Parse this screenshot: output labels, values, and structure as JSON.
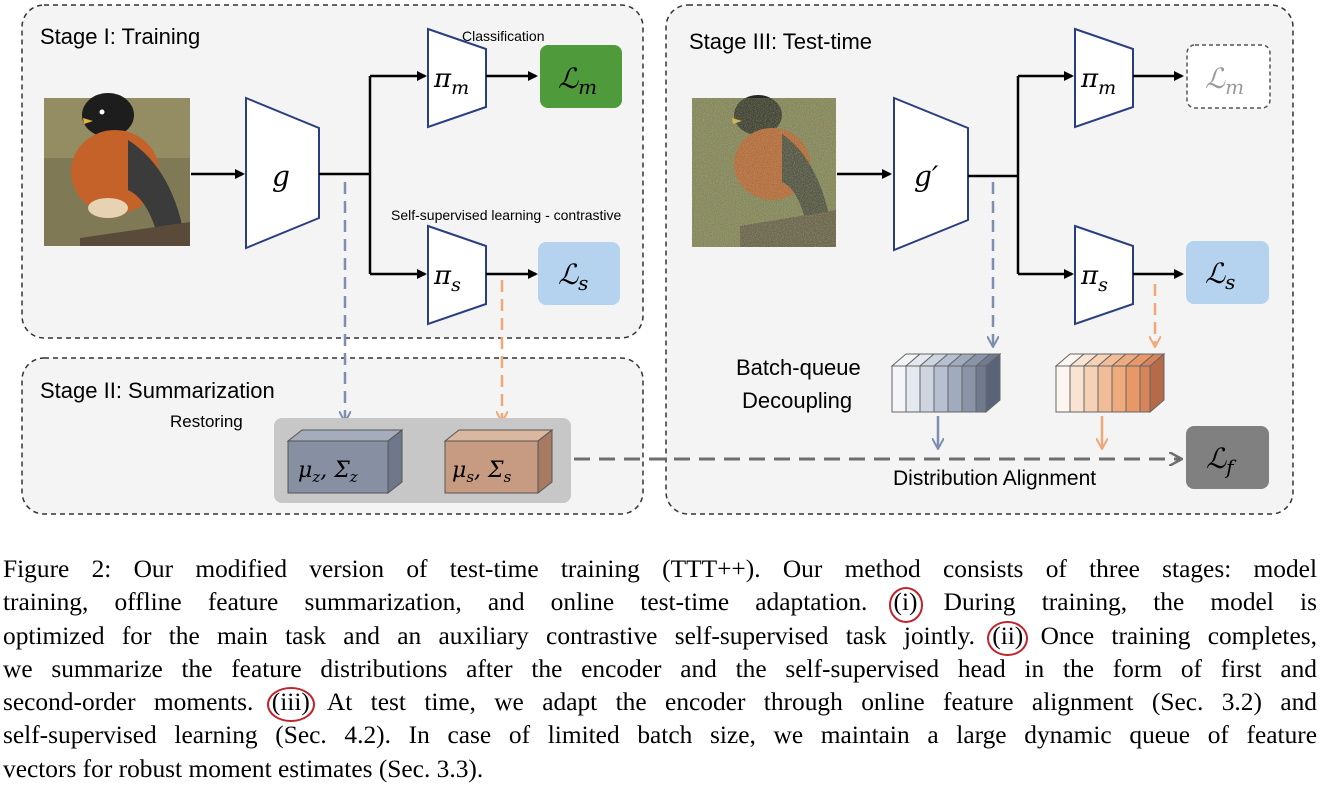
{
  "figure": {
    "stage1": {
      "title": "Stage I: Training",
      "classification_label": "Classification",
      "ssl_label": "Self-supervised learning - contrastive",
      "encoder": "g",
      "head_main": "π",
      "head_main_sub": "m",
      "head_ssl": "π",
      "head_ssl_sub": "s",
      "loss_main": "ℒ",
      "loss_main_sub": "m",
      "loss_ssl": "ℒ",
      "loss_ssl_sub": "s"
    },
    "stage2": {
      "title": "Stage II: Summarization",
      "restoring_label": "Restoring",
      "stat_z": "μ",
      "stat_z_sub": "z",
      "stat_z_sigma": ", Σ",
      "stat_z_sigma_sub": "z",
      "stat_s": "μ",
      "stat_s_sub": "s",
      "stat_s_sigma": ", Σ",
      "stat_s_sigma_sub": "s"
    },
    "stage3": {
      "title": "Stage III: Test-time",
      "encoder": "g′",
      "head_main": "π",
      "head_main_sub": "m",
      "head_ssl": "π",
      "head_ssl_sub": "s",
      "loss_main": "ℒ",
      "loss_main_sub": "m",
      "loss_ssl": "ℒ",
      "loss_ssl_sub": "s",
      "queue_label_line1": "Batch-queue",
      "queue_label_line2": "Decoupling",
      "alignment_label": "Distribution Alignment",
      "loss_align": "ℒ",
      "loss_align_sub": "f"
    },
    "colors": {
      "loss_main": "#4f9a3a",
      "loss_ssl": "#b5d3ee",
      "loss_align": "#808080",
      "encoder_stroke": "#2a3f80",
      "blue_arrow": "#7d8fb0",
      "orange_arrow": "#f0a878",
      "stat_z_fill": "#8790a2",
      "stat_s_fill": "#c79b82"
    }
  },
  "caption": {
    "line1": "Figure 2: Our modified version of test-time training (TTT++). Our method consists of three stages: model",
    "line2a": "training, offline feature summarization, and online test-time adaptation.",
    "marker1": "(i)",
    "line2b": "During training, the model is",
    "line3a": "optimized for the main task and an auxiliary contrastive self-supervised task jointly.",
    "marker2": "(ii)",
    "line3b": "Once training completes,",
    "line4": "we summarize the feature distributions after the encoder and the self-supervised head in the form of first and",
    "line5a": "second-order moments.",
    "marker3": "(iii)",
    "line5b": "At test time, we adapt the encoder through online feature alignment (Sec. 3.2) and",
    "line6": "self-supervised learning (Sec. 4.2). In case of limited batch size, we maintain a large dynamic queue of feature",
    "line7": "vectors for robust moment estimates (Sec. 3.3)."
  }
}
